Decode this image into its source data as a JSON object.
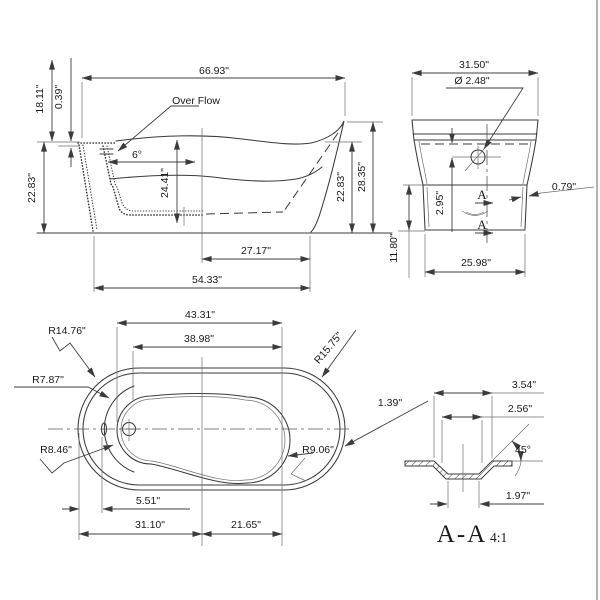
{
  "drawing": {
    "description": "Freestanding slipper bathtub dimensioned engineering drawing",
    "units": "inches",
    "colors": {
      "line": "#3b3b3b",
      "text": "#1b1b1b",
      "background": "#ffffff"
    },
    "side_view": {
      "overall_length": "66.93\"",
      "height_rear": "18.11\"",
      "rim_step": "0.39\"",
      "overflow_label": "Over Flow",
      "slope_angle": "6°",
      "inner_depth": "24.41\"",
      "height_left": "22.83\"",
      "height_right": "22.83\"",
      "height_max": "28.35\"",
      "base_front_length": "27.17\"",
      "base_length": "54.33\""
    },
    "end_view": {
      "overall_width": "31.50\"",
      "overflow_diameter": "Ø 2.48\"",
      "overflow_offset": "2.95\"",
      "wall_lip": "0.79\"",
      "section_marker": "A",
      "base_height": "11.80\"",
      "base_width": "25.98\""
    },
    "plan_view": {
      "basin_length": "43.31\"",
      "basin_floor_length": "38.98\"",
      "radius_outer_rear": "R14.76\"",
      "radius_deck_rear": "R7.87\"",
      "radius_basin_rear": "R8.46\"",
      "radius_outer_front": "R15.75\"",
      "rim_lip": "1.39\"",
      "radius_basin_front": "R9.06\"",
      "edge_to_overflow": "5.51\"",
      "rear_to_centerline": "31.10\"",
      "centerline_to_front": "21.65\""
    },
    "section_aa": {
      "top_width": "3.54\"",
      "inner_width": "2.56\"",
      "chamfer_angle": "45°",
      "bottom_width": "1.97\"",
      "label": "A-A",
      "scale": "4:1"
    }
  }
}
